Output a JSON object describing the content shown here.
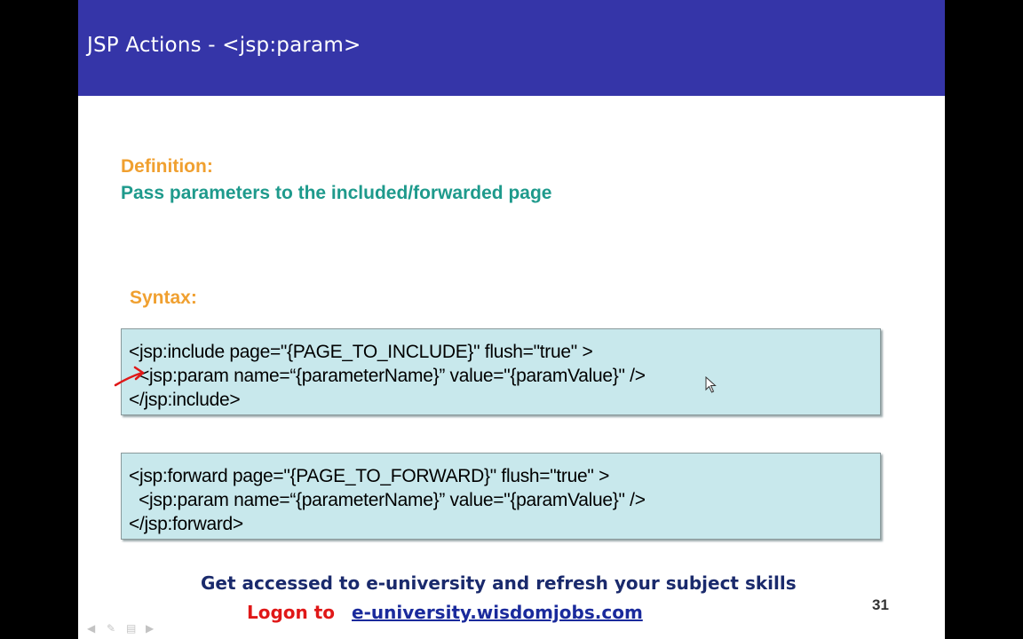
{
  "slide": {
    "title": "JSP Actions - <jsp:param>",
    "definition_label": "Definition:",
    "definition_text": "Pass parameters to the included/forwarded page",
    "syntax_label": "Syntax:",
    "code_include": [
      "<jsp:include page=\"{PAGE_TO_INCLUDE}\" flush=\"true\" >",
      "  <jsp:param name=“{parameterName}” value=\"{paramValue}\" />",
      "</jsp:include>"
    ],
    "code_forward": [
      "<jsp:forward page=\"{PAGE_TO_FORWARD}\" flush=\"true\" >",
      "  <jsp:param name=“{parameterName}” value=\"{paramValue}\" />",
      "</jsp:forward>"
    ],
    "page_number": "31"
  },
  "footer": {
    "promo": "Get accessed to e-university and refresh your subject skills",
    "logon_label": "Logon to",
    "logon_link": "e-university.wisdomjobs.com"
  },
  "colors": {
    "title_bar": "#3535a8",
    "label_orange": "#f0a030",
    "definition_teal": "#1e9a8c",
    "code_box_bg": "#c8e8ec",
    "annotation_arrow": "#e01818"
  },
  "icons": {
    "annotation": "red-arrow-icon",
    "cursor": "mouse-pointer-icon"
  }
}
